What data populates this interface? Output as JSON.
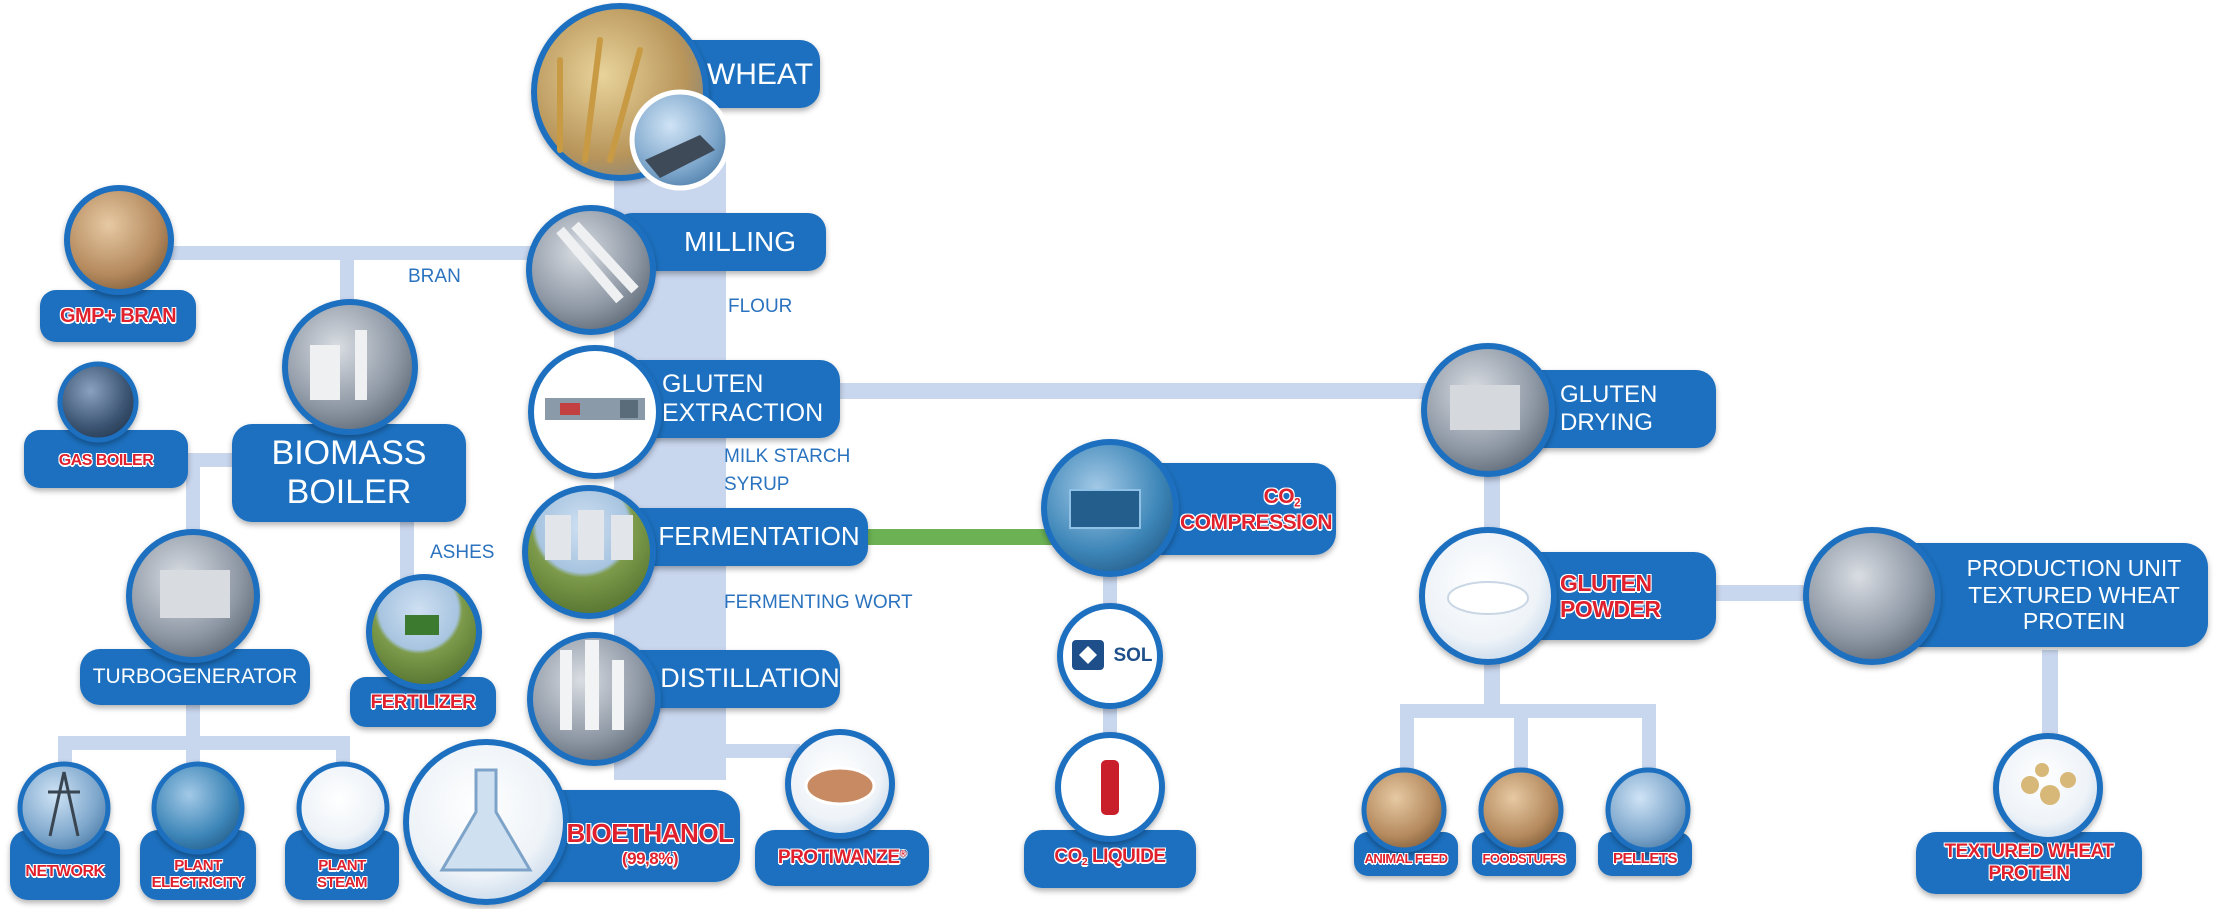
{
  "colors": {
    "node_fill": "#1e6fbf",
    "connector": "#c8d6ee",
    "highlight_connector": "#6cb154",
    "label_text": "#2b73bf",
    "product_text": "#e0202c"
  },
  "nodes": {
    "wheat": {
      "text": "WHEAT",
      "icon": "wheat-field-photo"
    },
    "milling": {
      "text": "MILLING",
      "icon": "mill-photo"
    },
    "gluten_extraction": {
      "line1": "GLUTEN",
      "line2": "EXTRACTION",
      "icon": "decanter-drawing"
    },
    "fermentation": {
      "text": "FERMENTATION",
      "icon": "fermentation-tanks-photo"
    },
    "distillation": {
      "text": "DISTILLATION",
      "icon": "distillation-columns-photo"
    },
    "bioethanol": {
      "text": "BIOETHANOL",
      "sub": "(99,8%)",
      "icon": "flask-photo"
    },
    "protiwanze": {
      "text": "PROTIWANZE",
      "mark": "®",
      "icon": "petri-dish-photo"
    },
    "gmp_bran": {
      "text": "GMP+ BRAN",
      "icon": "bran-in-hands-photo"
    },
    "biomass_boiler": {
      "line1": "BIOMASS",
      "line2": "BOILER",
      "icon": "boiler-plant-photo"
    },
    "gas_boiler": {
      "text": "GAS BOILER",
      "icon": "gas-boiler-photo"
    },
    "turbogenerator": {
      "text": "TURBOGENERATOR",
      "icon": "turbine-photo"
    },
    "fertilizer": {
      "text": "FERTILIZER",
      "icon": "tractor-field-photo"
    },
    "network": {
      "text": "NETWORK",
      "icon": "power-pylon-photo"
    },
    "plant_electricity": {
      "line1": "PLANT",
      "line2": "ELECTRICITY",
      "icon": "substation-photo"
    },
    "plant_steam": {
      "line1": "PLANT",
      "line2": "STEAM",
      "icon": "steam-photo"
    },
    "co2_compression": {
      "pre": "CO",
      "subscript": "2",
      "line2": "COMPRESSION",
      "icon": "compressor-photo"
    },
    "sol": {
      "text": "SOL",
      "icon": "sol-logo"
    },
    "co2_liquide": {
      "pre": "CO",
      "subscript": "2",
      "post": " LIQUIDE",
      "icon": "bottle-photo"
    },
    "gluten_drying": {
      "line1": "GLUTEN",
      "line2": "DRYING",
      "icon": "dryer-photo"
    },
    "gluten_powder": {
      "line1": "GLUTEN",
      "line2": "POWDER",
      "icon": "powder-bowl-photo"
    },
    "production_unit": {
      "line1": "PRODUCTION UNIT",
      "line2": "TEXTURED WHEAT",
      "line3": "PROTEIN",
      "icon": "production-line-photo"
    },
    "animal_feed": {
      "text": "ANIMAL FEED",
      "icon": "dog-photo"
    },
    "foodstuffs": {
      "text": "FOODSTUFFS",
      "icon": "bread-photo"
    },
    "pellets": {
      "text": "PELLETS",
      "icon": "pellets-photo"
    },
    "textured_wheat_protein": {
      "line1": "TEXTURED WHEAT",
      "line2": "PROTEIN",
      "icon": "textured-protein-photo"
    }
  },
  "flow_labels": {
    "bran": "BRAN",
    "flour": "FLOUR",
    "milk_starch": "MILK STARCH",
    "syrup": "SYRUP",
    "ashes": "ASHES",
    "fermenting_wort": "FERMENTING WORT"
  }
}
